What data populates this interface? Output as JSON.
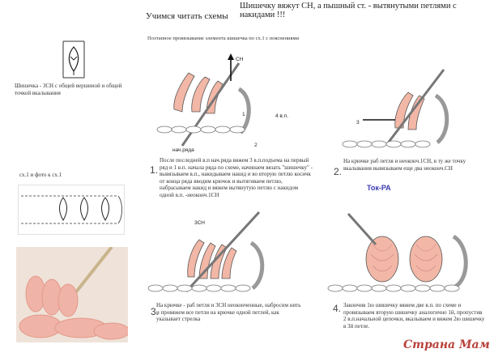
{
  "header": {
    "title": "Учимся читать схемы",
    "right_title": "Шишечку вяжут СН, а пышный ст. - вытянутыми петлями с накидами !!!",
    "subtitle": "Поэтапное провязывание элемента шишечка по сх.1 с пояснениями"
  },
  "legend": {
    "caption": "Шишечка - 3СН с общей вершиной и общей точкой вкалывания",
    "scheme_label": "сх.1  и фото к сх.1"
  },
  "labels": {
    "ch": "СН",
    "four_vp": "4 в.п.",
    "nach_ryada": "нач.ряда",
    "n1": "1",
    "n2": "2",
    "n3": "3",
    "three_ch": "3СН",
    "tok": "Ток-РА"
  },
  "steps": [
    {
      "num": "1.",
      "text": "После последней в.п нач.ряда  вяжем 3 в.п.подъема на первый ряд и 1 в.п. начала ряда по схеме, начинаем вязать \"шишечку\" - вывязываем в.п., накидываем накид и во вторую петлю косичк от конца ряда вводим крючок и вытягиваем петлю, набрасываем накид и вяжем вытянутую петлю с накидом одной в.п. -неоконч.1СН"
    },
    {
      "num": "2.",
      "text": "На крючке раб петля и неоконч.1СН, в ту же точку вкалывания вывязываем еще два неоконч.СН"
    },
    {
      "num": "3.",
      "text": "На крючке - раб петля и 3СН неоконченные, набросим нить и провяжем все петли на крючке одной петлей, как указывает стрелка"
    },
    {
      "num": "4.",
      "text": "Закончив 1ю шишечку вяжем две в.п. по схеме и провязываем вторую шишечку аналогично 1й, пропустив 2 в.п.начальной цепочки, вкалываем и вяжем 2ю шишечку в 3й петле."
    }
  ],
  "watermark": "Страна Мам"
}
